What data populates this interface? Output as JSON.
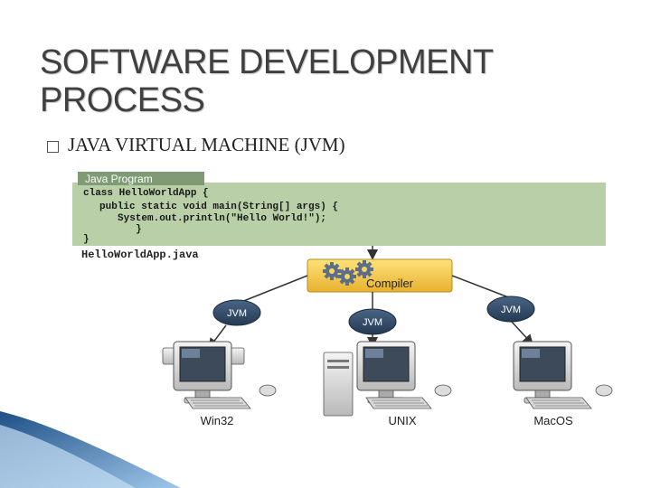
{
  "slide": {
    "title_line1": "SOFTWARE DEVELOPMENT",
    "title_line2": "PROCESS",
    "bullet": "JAVA VIRTUAL MACHINE (JVM)"
  },
  "diagram": {
    "program_tab": "Java Program",
    "code_lines": [
      "class HelloWorldApp {",
      "      public static void main(String[] args) {",
      "            System.out.println(\"Hello World!\");",
      "      }",
      "}"
    ],
    "file_name": "HelloWorldApp.java",
    "compiler_label": "Compiler",
    "jvm_labels": [
      "JVM",
      "JVM",
      "JVM"
    ],
    "platform_labels": [
      "Win32",
      "UNIX",
      "MacOS"
    ]
  },
  "colors": {
    "code_box": "#b8cfa7",
    "code_tab": "#7f9b75",
    "compiler_box": "#f3c64a",
    "jvm_badge": "#314a66",
    "title_text": "#404040"
  }
}
